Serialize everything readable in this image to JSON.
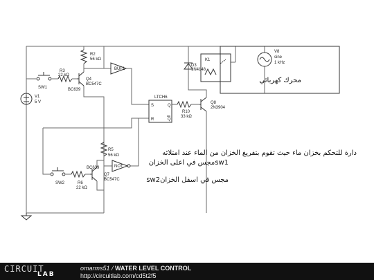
{
  "components": {
    "v1": {
      "ref": "V1",
      "value": "5 V"
    },
    "v8": {
      "ref": "V8",
      "kind": "sine",
      "freq": "1 kHz"
    },
    "r2": {
      "ref": "R2",
      "value": "56 kΩ"
    },
    "r3": {
      "ref": "R3",
      "value": "22 kΩ"
    },
    "r5": {
      "ref": "R5",
      "value": "56 kΩ"
    },
    "r6": {
      "ref": "R6",
      "value": "22 kΩ"
    },
    "r10": {
      "ref": "R10",
      "value": "33 kΩ"
    },
    "q4": {
      "ref": "Q4",
      "model": "BC547C"
    },
    "q4_alt": "BC639",
    "q7": {
      "ref": "Q7",
      "model": "BC547C"
    },
    "q7_alt": "BC639",
    "q8": {
      "ref": "Q8",
      "model": "2N3904"
    },
    "d3": {
      "ref": "D3",
      "model": "1N4148"
    },
    "relay": {
      "label": "K1"
    },
    "buf": "BUF1",
    "not_gate": "NOT",
    "latch": {
      "name": "LTCH6",
      "pin_s": "S",
      "pin_q": "Q",
      "pin_r": "R",
      "pin_qbar": "Q"
    },
    "sw1": "SW1",
    "sw2": "SW2"
  },
  "annotations": {
    "motor": "محرك كهربائي",
    "description": "دارة للتحكم بخزان ماء حيث تقوم بتفريغ الخزان من الماء عند امتلائه",
    "sw1_note": "مجس في اعلى الخزانsw1",
    "sw2_note": "sw2مجس في اسفل الخزان"
  },
  "footer": {
    "logo_top": "CIRCUIT",
    "logo_bottom": "LAB",
    "author": "omarms51",
    "separator": " / ",
    "title": "WATER LEVEL CONTROL",
    "url": "http://circuitlab.com/cd5t2f5"
  }
}
